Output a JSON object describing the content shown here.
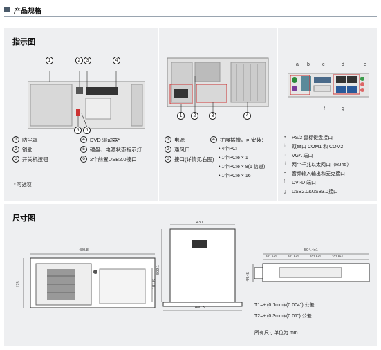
{
  "header": {
    "title": "产品规格"
  },
  "indicator": {
    "title": "指示图",
    "front_callouts": [
      "1",
      "2",
      "3",
      "4",
      "5",
      "6"
    ],
    "front_legend_left": [
      {
        "n": "1",
        "text": "防尘罩"
      },
      {
        "n": "2",
        "text": "锁匙"
      },
      {
        "n": "3",
        "text": "开关机按钮"
      }
    ],
    "front_legend_right": [
      {
        "n": "4",
        "text": "DVD 驱动器*"
      },
      {
        "n": "5",
        "text": "硬盘、电源状态指示灯"
      },
      {
        "n": "6",
        "text": "2个前置USB2.0接口"
      }
    ],
    "optional_note": "* 可选项",
    "rear_callouts": [
      "1",
      "2",
      "3",
      "4"
    ],
    "rear_legend": [
      {
        "n": "1",
        "text": "电源"
      },
      {
        "n": "2",
        "text": "通风口"
      },
      {
        "n": "3",
        "text": "接口(详情见右图)"
      }
    ],
    "expansion_title": {
      "n": "4",
      "text": "扩展插槽，可安装："
    },
    "expansion_items": [
      "• 4个PCI",
      "• 1个PCIe × 1",
      "• 1个PCIe × 8(1 信道)",
      "• 1个PCIe × 16"
    ],
    "io_callouts": [
      "a",
      "b",
      "c",
      "d",
      "e",
      "f",
      "g"
    ],
    "io_legend": [
      {
        "k": "a",
        "text": "PS/2 鼠标键盘接口"
      },
      {
        "k": "b",
        "text": "双串口 COM1 和 COM2"
      },
      {
        "k": "c",
        "text": "VGA 端口"
      },
      {
        "k": "d",
        "text": "两个千兆以太网口（RJ45）"
      },
      {
        "k": "e",
        "text": "音频输入输出和麦克接口"
      },
      {
        "k": "f",
        "text": "DVI-D 端口"
      },
      {
        "k": "g",
        "text": "USB2.0&USB3.0接口"
      }
    ]
  },
  "dimensions": {
    "title": "尺寸图",
    "front_width": "480.8",
    "front_height": "175",
    "front_inner": "101.6",
    "top_width": "430",
    "top_depth": "509.1",
    "top_bottom_width": "480.8",
    "side_total": "504.4±1",
    "side_height": "44.45",
    "side_segs": [
      "101.6±1",
      "101.6±1",
      "101.6±1",
      "101.6±1"
    ],
    "tolerance_t1": "T1=± (0.1mm)/(0.004\") 公差",
    "tolerance_t2": "T2=± (0.3mm)/(0.01\") 公差",
    "unit_note": "所有尺寸单位为 mm"
  }
}
